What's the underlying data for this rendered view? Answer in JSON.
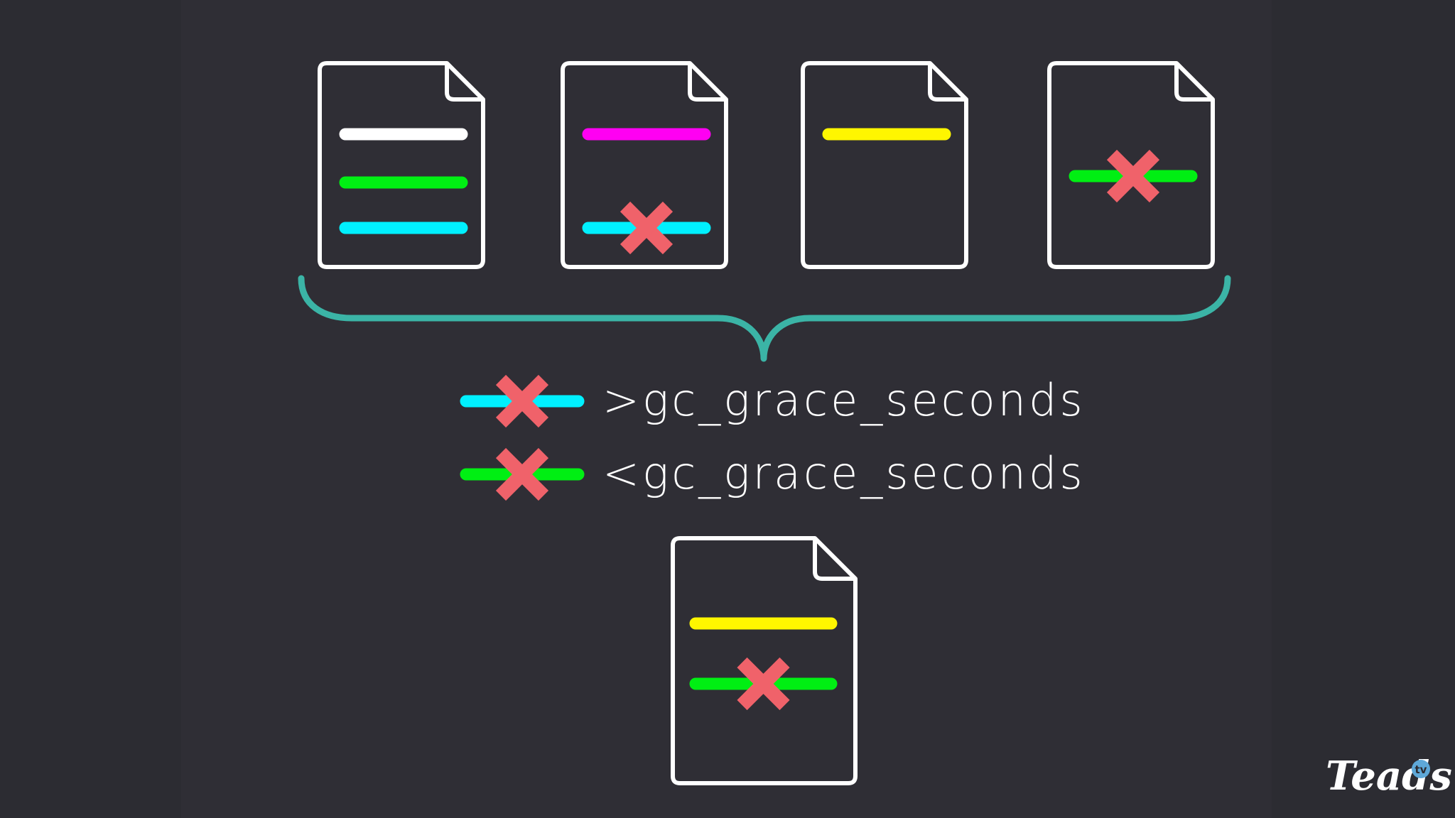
{
  "colors": {
    "outer_background": "#2c2c32",
    "panel_background": "#2f2e35",
    "document_stroke": "#ffffff",
    "brace": "#3bb4a6",
    "delete_mark": "#f0626a",
    "logo_text": "#ffffff",
    "logo_badge": "#5ea8d8"
  },
  "line_colors": {
    "white": "#ffffff",
    "green": "#00ef13",
    "cyan": "#00f0ff",
    "magenta": "#ff00f2",
    "yellow": "#fff600"
  },
  "sstables": [
    {
      "lines": [
        {
          "color": "white",
          "deleted": false
        },
        {
          "color": "green",
          "deleted": false
        },
        {
          "color": "cyan",
          "deleted": false
        }
      ]
    },
    {
      "lines": [
        {
          "color": "magenta",
          "deleted": false
        },
        {
          "color": "cyan",
          "deleted": true
        }
      ]
    },
    {
      "lines": [
        {
          "color": "yellow",
          "deleted": false
        }
      ]
    },
    {
      "lines": [
        {
          "color": "green",
          "deleted": true
        }
      ]
    }
  ],
  "legend": [
    {
      "line_color": "cyan",
      "operator": ">",
      "label": "gc_grace_seconds"
    },
    {
      "line_color": "green",
      "operator": "<",
      "label": "gc_grace_seconds"
    }
  ],
  "result_sstable": {
    "lines": [
      {
        "color": "yellow",
        "deleted": false
      },
      {
        "color": "green",
        "deleted": true
      }
    ]
  },
  "logo": {
    "text": "Teads",
    "badge_text": "tv"
  },
  "icons": {
    "document": "document-icon",
    "tombstone": "delete-x-icon",
    "brace": "curly-brace-icon"
  }
}
